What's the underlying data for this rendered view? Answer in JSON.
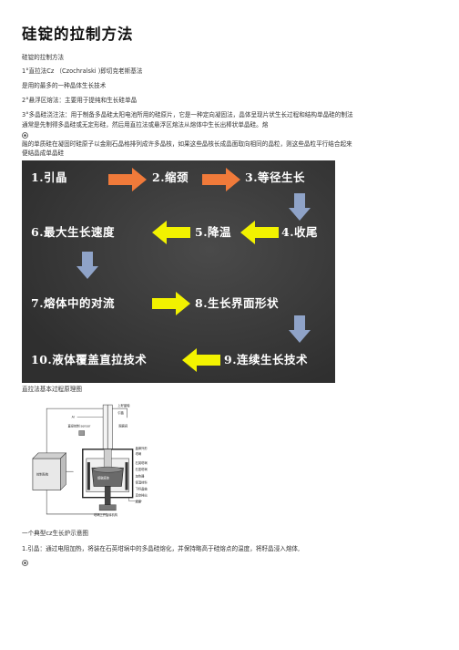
{
  "title": "硅锭的拉制方法",
  "paragraphs": {
    "p1": "硅锭的拉制方法",
    "p2": "1°直拉法Cz （Czochralski )即切克老斯基法",
    "p3": "是用的最多的一种晶体生长技术",
    "p4": "2°悬浮区熔法：主要用于提纯和生长硅单晶",
    "p5a": "3°多晶硅浇注法：用于制备多晶硅太阳电池所用的硅原片，它是一种定向凝固法，晶体呈现片状生长过程和结构单晶硅的制法",
    "p5b": "通常是先制得多晶硅或无定形硅，然后用直拉法或悬浮区熔法从熔体中生长出棒状单晶硅。熔",
    "p6a": "融的单质硅在凝固时硅原子以金刚石晶格排列成许多晶核，如果这些晶核长成晶面取向相同的晶粒，则这些晶粒平行结合起来",
    "p6b": "便结晶成单晶硅",
    "caption1": "直拉法基本过程原理图",
    "caption2": "一个典型cz生长炉示意图",
    "p7": "1.引晶：通过电阻加热，将装在石英坩埚中的多晶硅熔化，并保持略高于硅熔点的温度，将籽晶浸入熔体,"
  },
  "flow_steps": [
    "1.引晶",
    "2.缩颈",
    "3.等径生长",
    "4.收尾",
    "5.降温",
    "6.最大生长速度",
    "7.熔体中的对流",
    "8.生长界面形状",
    "9.连续生长技术",
    "10.液体覆盖直拉技术"
  ],
  "colors": {
    "arrow_right": "#f07a3a",
    "arrow_left": "#f2f200",
    "arrow_down": "#8fa3c8",
    "diagram_bg": "#3c3c3c",
    "text": "#333333"
  },
  "schematic": {
    "gas_label": "Ar",
    "labels": {
      "top_right_1": "上籽晶轴",
      "top_right_2": "引晶",
      "sensor": "直径控制 sensor",
      "valve": "隔离阀",
      "crystal": "晶棒外形",
      "crucible_label": "坩埚",
      "quartz": "石英坩埚",
      "graphite": "石墨坩埚",
      "heater": "加热器",
      "shield": "保温材料",
      "support": "下籽晶轴",
      "exhaust": "真空排出",
      "base": "底座",
      "bottom": "坩埚上升旋转机构",
      "melt": "熔融液体",
      "control": "控制系统"
    }
  }
}
